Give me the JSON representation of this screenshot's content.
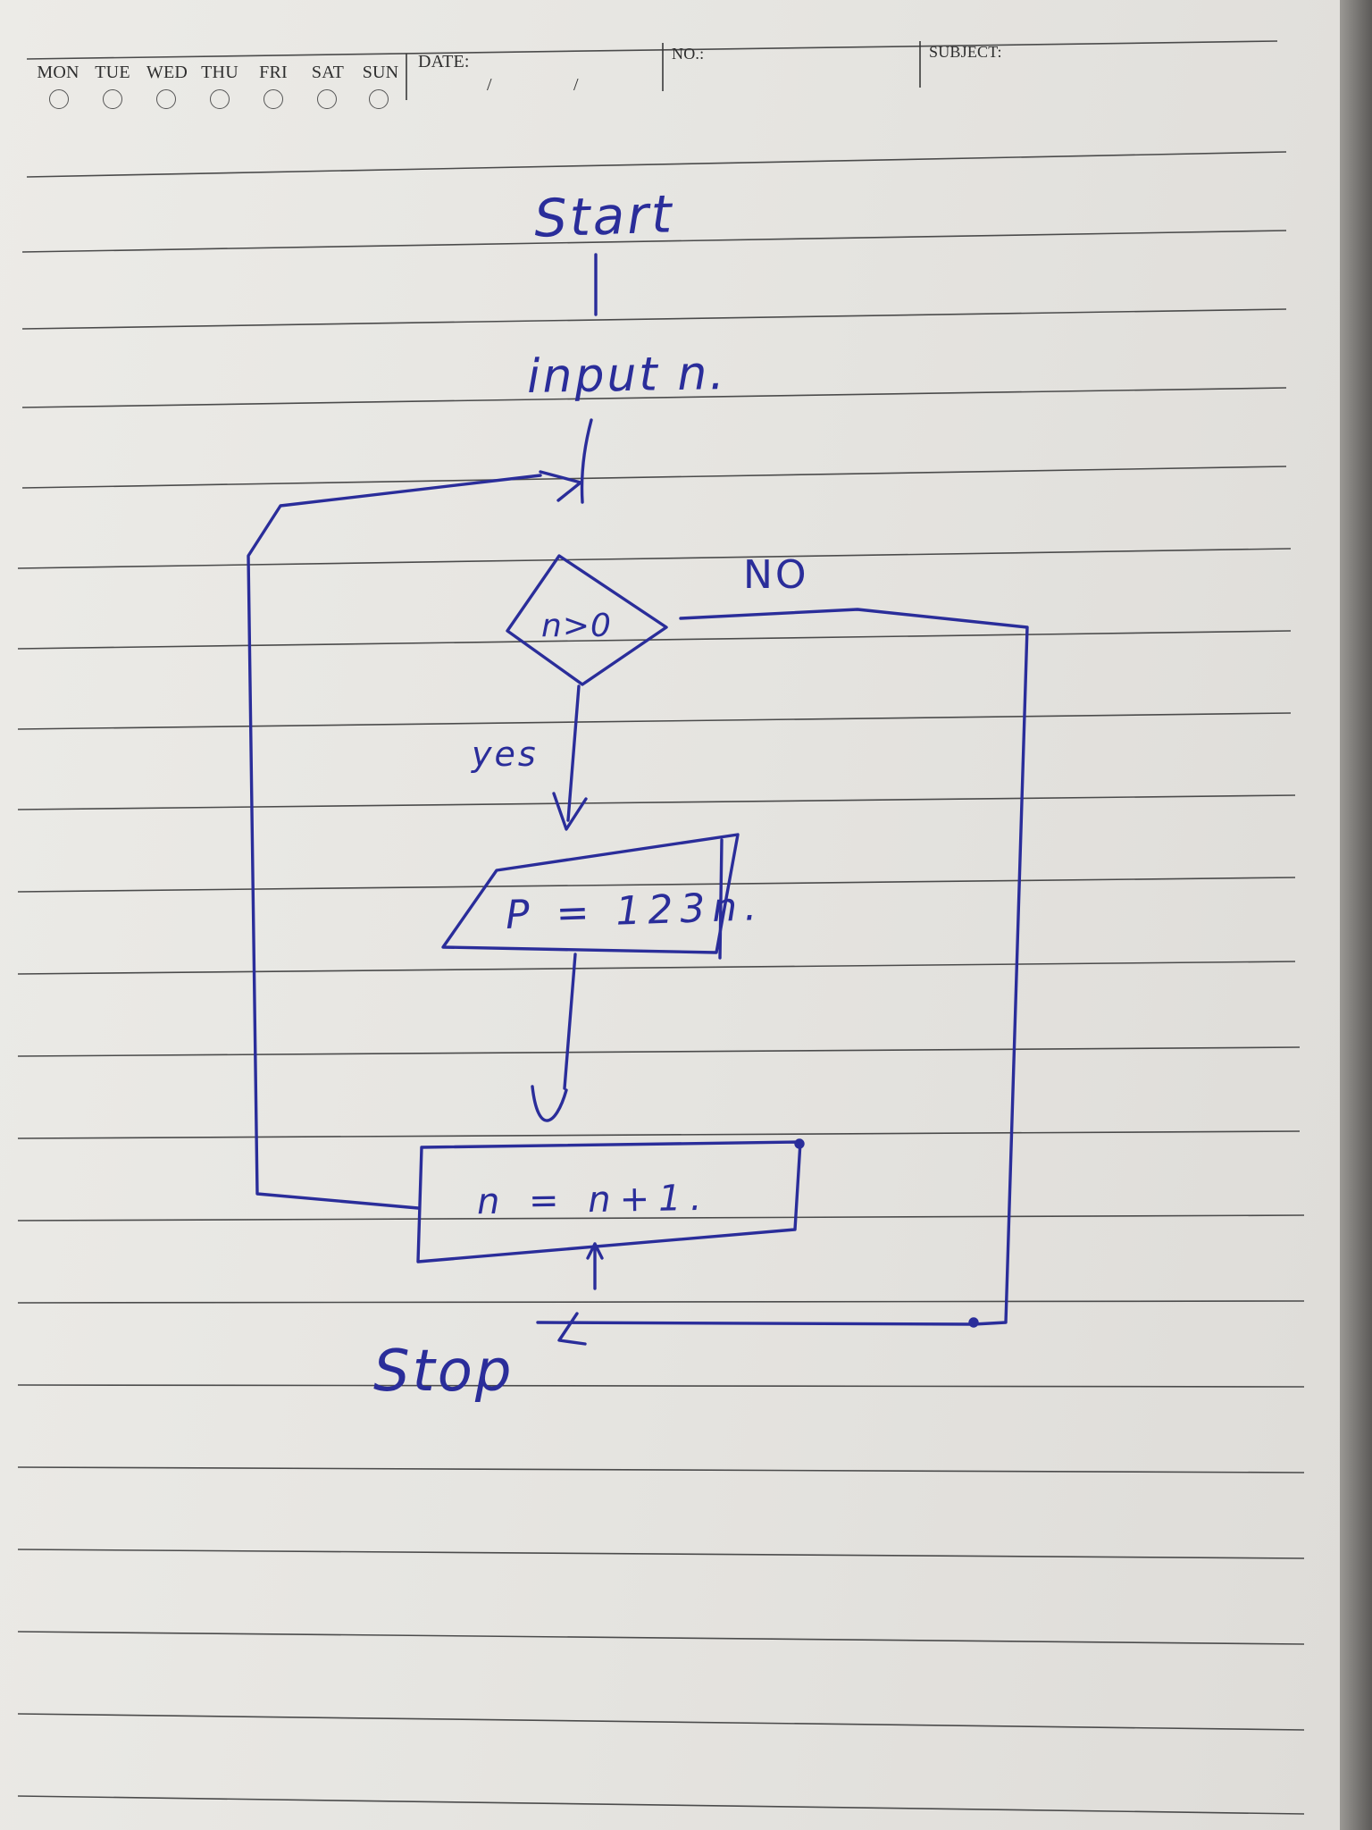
{
  "notebook_header": {
    "days": [
      "MON",
      "TUE",
      "WED",
      "THU",
      "FRI",
      "SAT",
      "SUN"
    ],
    "date_label": "DATE:",
    "date_separators": [
      "/",
      "/"
    ],
    "number_label": "NO.:",
    "subject_label": "SUBJECT:"
  },
  "flowchart": {
    "start": "Start",
    "input": "input n.",
    "decision": "n>0",
    "no_label": "NO",
    "yes_label": "yes",
    "output": "P = 123n.",
    "process": "n = n+1.",
    "stop": "Stop"
  },
  "colors": {
    "ink": "#2a2d9a",
    "paper": "#e8e7e3",
    "rule_line": "#4a4a4a"
  }
}
